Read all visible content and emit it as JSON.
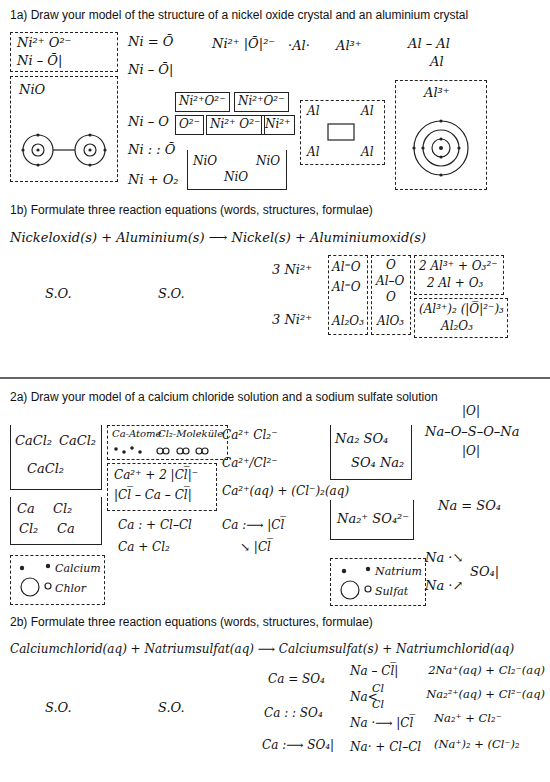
{
  "diagram": {
    "nodes": [
      {
        "text": [
          "Ni²⁺ O²⁻",
          "Ni – Ō|"
        ]
      },
      {
        "text": [
          "NiO"
        ]
      },
      {
        "text": [
          "Ni²⁺O²⁻"
        ]
      },
      {
        "text": [
          "Ni²⁺O²⁻"
        ]
      },
      {
        "text": [
          "O²⁻"
        ]
      },
      {
        "text": [
          "Ni²⁺ O²⁻"
        ]
      },
      {
        "text": [
          "Ni²⁺"
        ]
      },
      {
        "text": [
          "NiO",
          "NiO",
          "NiO"
        ]
      },
      {
        "text": [
          "Al",
          "Al",
          "Al",
          "Al"
        ]
      },
      {
        "text": [
          "Al³⁺"
        ]
      },
      {
        "text": [
          "Al⁼O",
          "Al⁼O",
          "Al₂O₃"
        ]
      },
      {
        "text": [
          "O",
          "Al–O",
          "O",
          "AlO₃"
        ]
      },
      {
        "text": [
          "2 Al³⁺ + O₃²⁻",
          "2 Al + O₃"
        ]
      },
      {
        "text": [
          "(Al³⁺)₂ (|O̅|²⁻)₃",
          "Al₂O₃"
        ]
      },
      {
        "text": [
          "CaCl₂",
          "CaCl₂",
          "CaCl₂"
        ]
      },
      {
        "text": [
          "Ca",
          "Cl₂",
          "Cl₂",
          "Ca"
        ]
      },
      {
        "text": [
          "Calcium",
          "Chlor"
        ]
      },
      {
        "text": [
          "Ca-Atome",
          "Cl₂-Moleküle"
        ]
      },
      {
        "text": [
          "Ca²⁺ + 2 |Cl̅|⁻",
          "|Cl̅ – Ca – Cl̅|"
        ]
      },
      {
        "text": [
          "Na₂ SO₄",
          "SO₄ Na₂"
        ]
      },
      {
        "text": [
          "Na₂⁺ SO₄²⁻"
        ]
      },
      {
        "text": [
          "Natrium",
          "Sulfat"
        ]
      }
    ],
    "labels": [
      "1a) Draw your model of the structure of a nickel oxide crystal and an aluminium crystal",
      "Ni = Ō",
      "Ni – Ō|",
      "Ni – O",
      "Ni : : Ō",
      "Ni + O₂",
      "Ni²⁺  |Ō|²⁻",
      "·Al·",
      "Al³⁺",
      "Al – Al",
      "Al",
      "1b) Formulate three reaction equations (words, structures, formulae)",
      "Nickeloxid(s) + Aluminium(s) ⟶ Nickel(s) + Aluminiumoxid(s)",
      "S.O.",
      "S.O.",
      "3 Ni²⁺",
      "3 Ni²⁺",
      "2a) Draw your model of a calcium chloride solution and a sodium sulfate solution",
      "Ca²⁺ Cl₂⁻",
      "Ca²⁺/Cl²⁻",
      "Ca²⁺(aq) + (Cl⁻)₂(aq)",
      "Ca : + Cl–Cl",
      "Ca + Cl₂",
      "Ca :⟶ |Cl̅",
      "↘ |Cl̅",
      "|O|",
      "Na–O–S–O–Na",
      "|O|",
      "Na = SO₄",
      "Na ·↘",
      "Na ·↗",
      "SO₄|",
      "2b) Formulate three reaction equations (words, structures, formulae)",
      "Calciumchlorid(aq) + Natriumsulfat(aq) ⟶ Calciumsulfat(s) + Natriumchlorid(aq)",
      "S.O.",
      "S.O.",
      "Ca = SO₄",
      "Ca : : SO₄",
      "Ca :⟶ SO₄|",
      "Na – Cl̅|",
      "Na<",
      "Cl",
      "Cl",
      "Na ·⟶ |Cl̅",
      "Na· + Cl–Cl",
      "2Na⁺(aq) + Cl₂⁻(aq)",
      "Na₂²⁺(aq) + Cl²⁻(aq)",
      "Na₂⁺ + Cl₂⁻",
      "(Na⁺)₂ + (Cl⁻)₂"
    ]
  }
}
